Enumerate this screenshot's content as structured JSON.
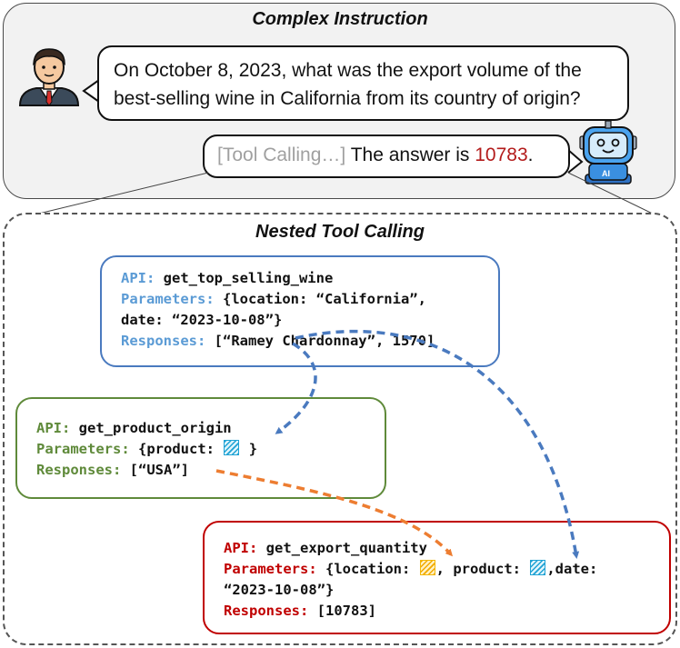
{
  "top_panel": {
    "title": "Complex Instruction",
    "question_line1": "On October 8, 2023, what was the export volume of the",
    "question_line2": "best-selling wine in California from its country of origin?",
    "answer_prefix": "[Tool Calling…]",
    "answer_text": " The answer is ",
    "answer_value": "10783",
    "answer_suffix": "."
  },
  "bottom_panel": {
    "title": "Nested Tool Calling",
    "calls": [
      {
        "api_key": "API:",
        "api_name": "get_top_selling_wine",
        "params_key": "Parameters:",
        "params_line1": "{location: “California”,",
        "params_line2": "date: “2023-10-08”}",
        "responses_key": "Responses:",
        "responses_value": "[“Ramey Chardonnay”, 1570]"
      },
      {
        "api_key": "API:",
        "api_name": "get_product_origin",
        "params_key": "Parameters:",
        "params_pre": "{product:",
        "params_post": "}",
        "responses_key": "Responses:",
        "responses_value": "[“USA”]"
      },
      {
        "api_key": "API:",
        "api_name": "get_export_quantity",
        "params_key": "Parameters:",
        "params_pre": "{location:",
        "params_mid": ", product:",
        "params_post": ",date:",
        "params_line2": "“2023-10-08”}",
        "responses_key": "Responses:",
        "responses_value": "[10783]"
      }
    ]
  },
  "icons": [
    "user-avatar-icon",
    "robot-ai-icon"
  ],
  "colors": {
    "blue": "#4a7abf",
    "green": "#5f8a3a",
    "red": "#c00000",
    "orange": "#ed7d31",
    "answer": "#b31b1b"
  }
}
